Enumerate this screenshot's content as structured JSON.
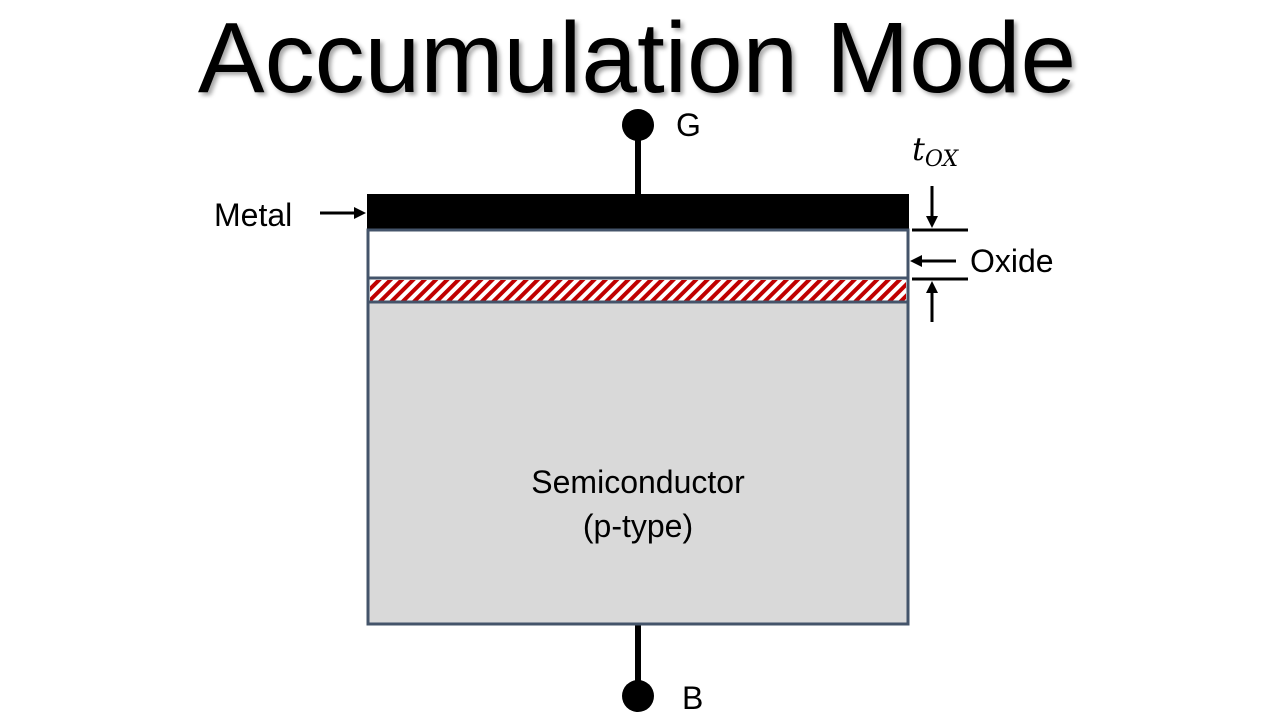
{
  "title": "Accumulation Mode",
  "terminals": {
    "gate": "G",
    "body": "B"
  },
  "labels": {
    "metal": "Metal",
    "oxide": "Oxide",
    "tox_symbol": "t",
    "tox_subscript": "OX",
    "semiconductor_line1": "Semiconductor",
    "semiconductor_line2": "(p-type)"
  },
  "colors": {
    "metal": "#000000",
    "oxide": "#ffffff",
    "semiconductor": "#d9d9d9",
    "outline": "#44546a",
    "hatch": "#c00000",
    "text": "#000000"
  }
}
